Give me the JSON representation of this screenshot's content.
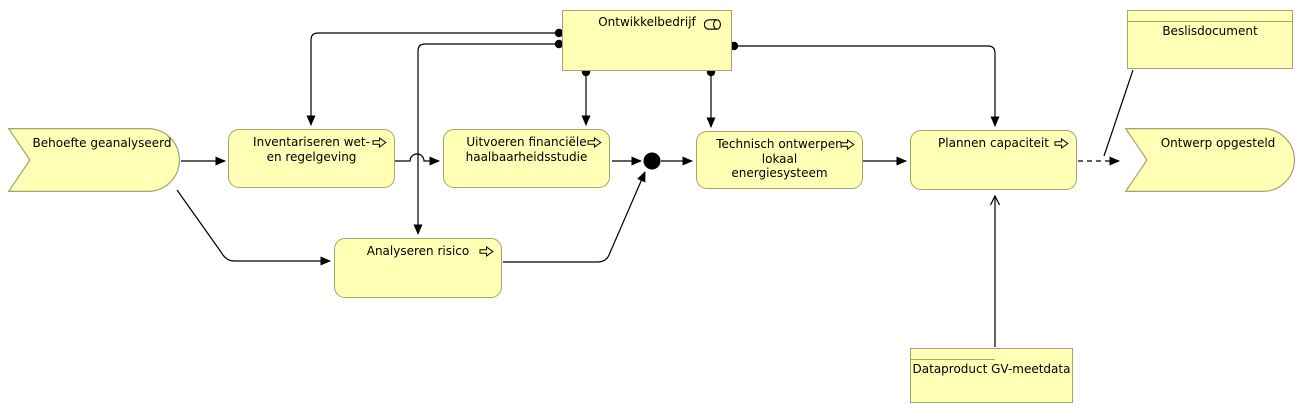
{
  "diagram": {
    "view_type": "archimate-business-process-view",
    "background": "#ffffff",
    "colors": {
      "element_fill": "#ffffb5",
      "element_border": "#a5a469",
      "connector": "#000000",
      "text": "#000000"
    },
    "nodes": {
      "behoefte": {
        "label": "Behoefte geanalyseerd",
        "type": "business-event"
      },
      "inventariseren": {
        "label": "Inventariseren wet-\nen regelgeving",
        "type": "business-process"
      },
      "uitvoeren": {
        "label": "Uitvoeren financiële\nhaalbaarheidsstudie",
        "type": "business-process"
      },
      "ontwikkelbedrijf": {
        "label": "Ontwikkelbedrijf",
        "type": "business-role"
      },
      "technisch": {
        "label": "Technisch ontwerpen\nlokaal\nenergiesysteem",
        "type": "business-process"
      },
      "plannen": {
        "label": "Plannen capaciteit",
        "type": "business-process"
      },
      "analyseren": {
        "label": "Analyseren risico",
        "type": "business-process"
      },
      "beslisdocument": {
        "label": "Beslisdocument",
        "type": "business-object"
      },
      "ontwerp": {
        "label": "Ontwerp opgesteld",
        "type": "business-event"
      },
      "dataproduct": {
        "label": "Dataproduct GV-meetdata",
        "type": "business-object"
      }
    },
    "edges": [
      {
        "from": "behoefte",
        "to": "inventariseren",
        "type": "triggering"
      },
      {
        "from": "behoefte",
        "to": "analyseren",
        "type": "triggering"
      },
      {
        "from": "inventariseren",
        "to": "uitvoeren",
        "type": "triggering"
      },
      {
        "from": "uitvoeren",
        "to": "junction",
        "type": "triggering"
      },
      {
        "from": "analyseren",
        "to": "junction",
        "type": "triggering"
      },
      {
        "from": "junction",
        "to": "technisch",
        "type": "triggering"
      },
      {
        "from": "technisch",
        "to": "plannen",
        "type": "triggering"
      },
      {
        "from": "ontwikkelbedrijf",
        "to": "inventariseren",
        "type": "assignment"
      },
      {
        "from": "ontwikkelbedrijf",
        "to": "analyseren",
        "type": "assignment"
      },
      {
        "from": "ontwikkelbedrijf",
        "to": "uitvoeren",
        "type": "assignment"
      },
      {
        "from": "ontwikkelbedrijf",
        "to": "technisch",
        "type": "assignment"
      },
      {
        "from": "ontwikkelbedrijf",
        "to": "plannen",
        "type": "assignment"
      },
      {
        "from": "dataproduct",
        "to": "plannen",
        "type": "serving"
      },
      {
        "from": "plannen",
        "to": "ontwerp",
        "type": "flow-dashed"
      },
      {
        "from": "beslisdocument",
        "to": "flow-plannen-ontwerp",
        "type": "association"
      }
    ],
    "icons": {
      "process": "open-arrow-right-icon",
      "role": "cylinder-role-icon"
    }
  }
}
